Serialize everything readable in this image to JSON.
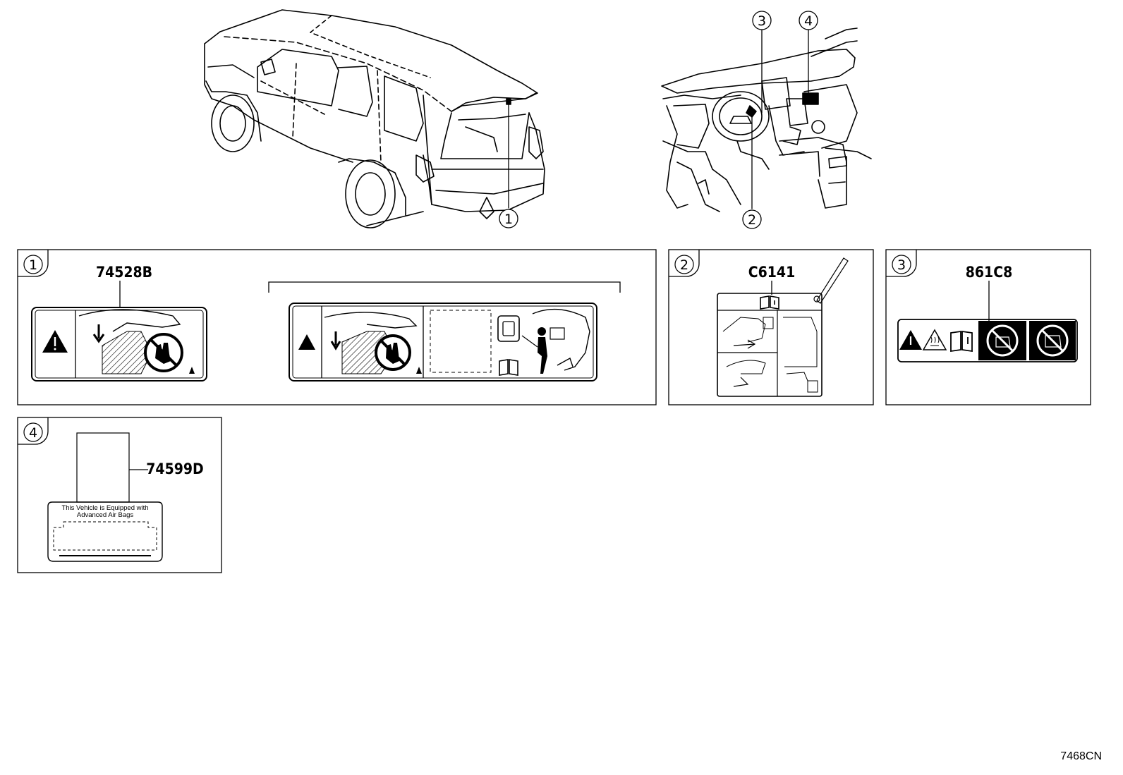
{
  "callouts": {
    "c1": "1",
    "c2": "2",
    "c3": "3",
    "c4": "4"
  },
  "panels": {
    "p1": {
      "number": "1",
      "part": "74528B"
    },
    "p2": {
      "number": "2",
      "part": "C6141"
    },
    "p3": {
      "number": "3",
      "part": "861C8"
    },
    "p4": {
      "number": "4",
      "part": "74599D",
      "text_line1": "This Vehicle is Equipped with",
      "text_line2": "Advanced  Air  Bags"
    }
  },
  "diagram_code": "7468CN",
  "colors": {
    "line": "#000000",
    "background": "#ffffff"
  },
  "icons": [
    "warning-triangle-icon",
    "manual-book-icon",
    "no-hand-icon",
    "hot-surface-icon"
  ]
}
